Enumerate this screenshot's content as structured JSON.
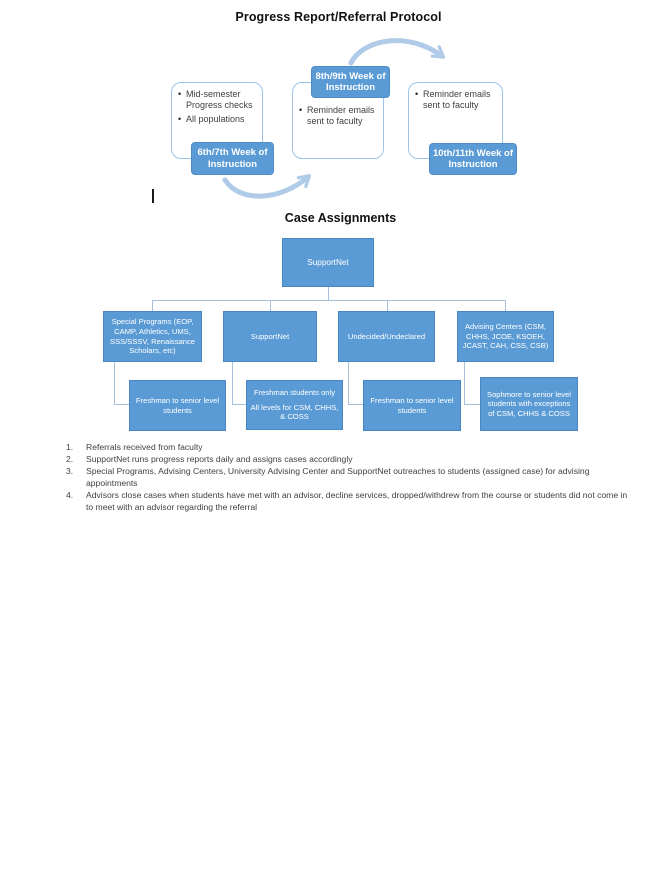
{
  "flow_diagram": {
    "title": "Progress Report/Referral Protocol",
    "stages": [
      {
        "bullets": [
          "Mid-semester Progress checks",
          "All populations"
        ],
        "label": "6th/7th Week of Instruction",
        "label_position": "bottom"
      },
      {
        "bullets": [
          "Reminder emails sent to faculty"
        ],
        "label": "8th/9th Week of Instruction",
        "label_position": "top"
      },
      {
        "bullets": [
          "Reminder emails sent to faculty"
        ],
        "label": "10th/11th Week of Instruction",
        "label_position": "bottom"
      }
    ]
  },
  "org_chart": {
    "title": "Case Assignments",
    "root_label": "SupportNet",
    "parents": [
      {
        "label": "Special Programs (EOP, CAMP, Athletics, UMS, SSS/SSSV, Renaissance Scholars, etc)"
      },
      {
        "label": "SupportNet"
      },
      {
        "label": "Undecided/Undeclared"
      },
      {
        "label": "Advising Centers (CSM, CHHS, JCOE, KSOEH, JCAST, CAH, CSS, CSB)"
      }
    ],
    "children": [
      {
        "lines": [
          "Freshman to senior level students"
        ]
      },
      {
        "lines": [
          "Freshman students only",
          "All levels for CSM, CHHS, & COSS"
        ]
      },
      {
        "lines": [
          "Freshman to senior level students"
        ]
      },
      {
        "lines": [
          "Sophmore to senior level students with exceptions of CSM, CHHS & COSS"
        ]
      }
    ]
  },
  "notes": {
    "items": [
      {
        "num": "1.",
        "text": "Referrals received from faculty"
      },
      {
        "num": "2.",
        "text": "SupportNet runs progress reports daily and assigns cases accordingly"
      },
      {
        "num": "3.",
        "text": "Special Programs, Advising Centers, University Advising Center and SupportNet outreaches to students (assigned case) for advising appointments"
      },
      {
        "num": "4.",
        "text": "Advisors close cases when students have met with an advisor, decline services, dropped/withdrew from the course or students did not come in to meet with an advisor regarding the referral"
      }
    ]
  },
  "colors": {
    "accent_blue": "#5B9BD5",
    "light_blue_border": "#9CC3E6",
    "connector_blue": "#A6BFDB",
    "arrow_blue": "#AFCBE8",
    "text_dark": "#3F3F3F",
    "label_text": "#FFFFFF"
  }
}
